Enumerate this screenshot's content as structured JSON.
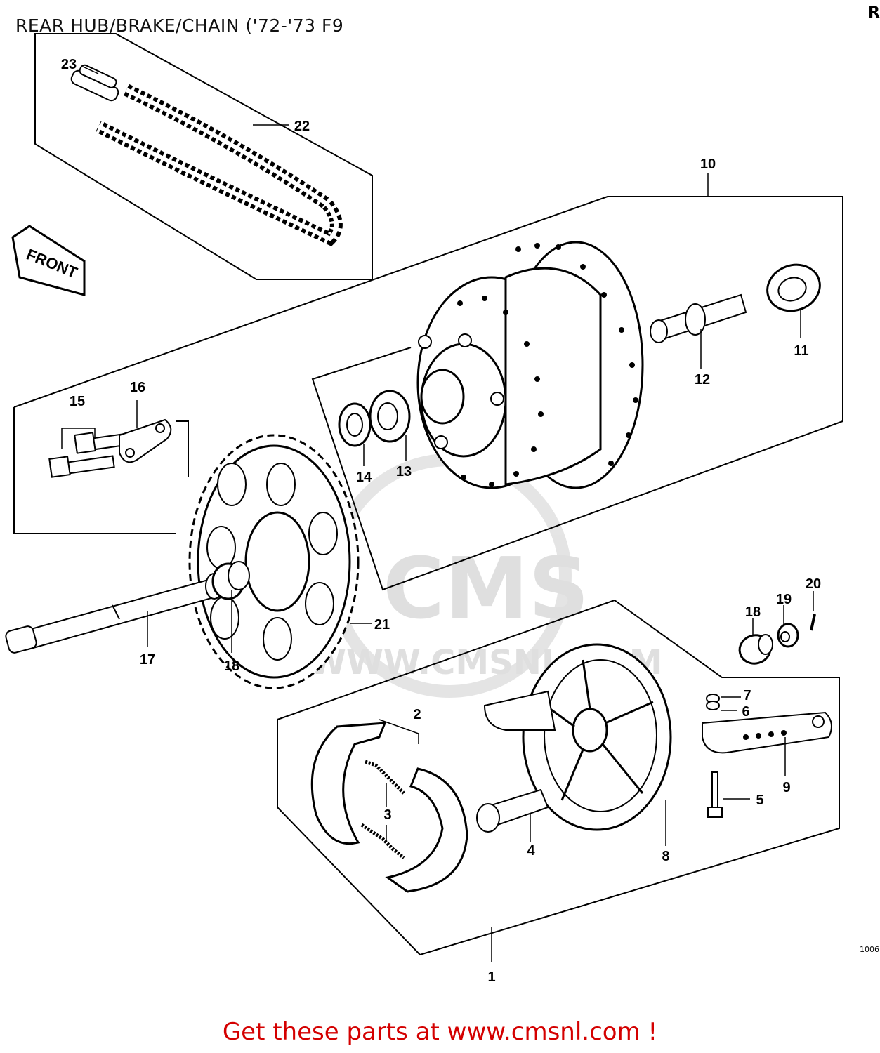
{
  "title": "REAR HUB/BRAKE/CHAIN ('72-'73 F9",
  "corner_mark": "R",
  "diagram_code": "1006",
  "cta_text": "Get these parts at www.cmsnl.com !",
  "front_label": "FRONT",
  "watermark": {
    "brand": "CMS",
    "url": "WWW.CMSNL.COM"
  },
  "callouts": {
    "c1": "1",
    "c2": "2",
    "c3": "3",
    "c4": "4",
    "c5": "5",
    "c6": "6",
    "c7": "7",
    "c8": "8",
    "c9": "9",
    "c10": "10",
    "c11": "11",
    "c12": "12",
    "c13": "13",
    "c14": "14",
    "c15": "15",
    "c16": "16",
    "c17": "17",
    "c18a": "18",
    "c18b": "18",
    "c19": "19",
    "c20": "20",
    "c21": "21",
    "c22": "22",
    "c23": "23"
  },
  "colors": {
    "cta": "#d40000",
    "line": "#000000",
    "watermark": "#dcdcdc"
  }
}
